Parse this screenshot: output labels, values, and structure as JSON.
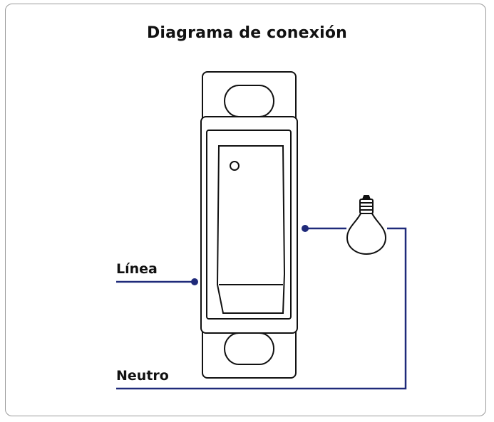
{
  "diagram": {
    "title": "Diagrama de conexión",
    "labels": {
      "line": "Línea",
      "neutral": "Neutro"
    }
  },
  "colors": {
    "wire": "#1f2a7a",
    "outline": "#111111",
    "frame_border": "#9a9a9a",
    "background": "#ffffff"
  }
}
